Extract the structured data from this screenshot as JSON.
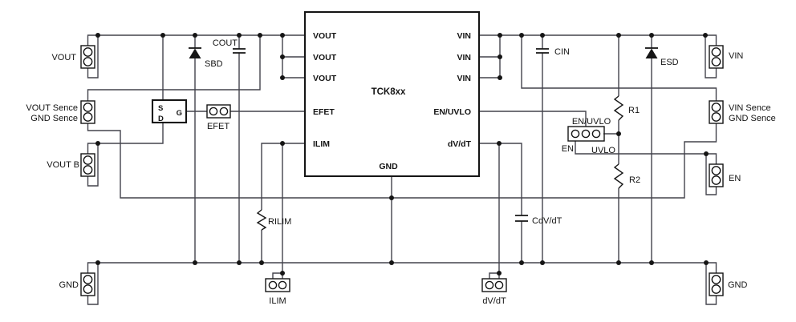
{
  "ic": {
    "part": "TCK8xx",
    "pins_left": [
      "VOUT",
      "VOUT",
      "VOUT",
      "EFET",
      "ILIM"
    ],
    "pins_right": [
      "VIN",
      "VIN",
      "VIN",
      "EN/UVLO",
      "dV/dT"
    ],
    "pin_bottom": "GND"
  },
  "fet": {
    "source": "S",
    "drain": "D",
    "gate": "G"
  },
  "connectors": {
    "vout": "VOUT",
    "vout_sence": "VOUT Sence",
    "gnd_sence_left": "GND Sence",
    "vout_b": "VOUT B",
    "gnd_left": "GND",
    "vin": "VIN",
    "vin_sence": "VIN Sence",
    "gnd_sence_right": "GND Sence",
    "en": "EN",
    "gnd_right": "GND"
  },
  "components": {
    "sbd": "SBD",
    "cout": "COUT",
    "cin": "CIN",
    "esd": "ESD",
    "r1": "R1",
    "r2": "R2",
    "rilim": "RILIM",
    "cdvdt": "CdV/dT"
  },
  "jumpers": {
    "efet": "EFET",
    "ilim": "ILIM",
    "dvdt": "dV/dT",
    "en_uvlo": "EN/UVLO",
    "en": "EN",
    "uvlo": "UVLO"
  },
  "colors": {
    "wire": "#43434c",
    "component": "#151515",
    "text": "#141414",
    "background": "#ffffff"
  }
}
